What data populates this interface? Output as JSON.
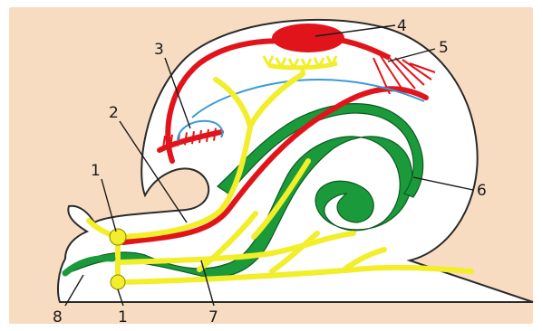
{
  "colors": {
    "background_panel": "#f8dcc2",
    "shell_body_fill": "#ffffff",
    "outline": "#2b2b2b",
    "nerve_yellow": "#f2ee2a",
    "nerve_outline": "#8a8400",
    "vessel_red": "#e2141b",
    "gill_blue": "#3a9ad8",
    "gut_green": "#1a9a3a",
    "gut_outline": "#0d5a22"
  },
  "labels": {
    "l1_top": "1",
    "l1_bottom": "1",
    "l2": "2",
    "l3": "3",
    "l4": "4",
    "l5": "5",
    "l6": "6",
    "l7": "7",
    "l8": "8"
  }
}
